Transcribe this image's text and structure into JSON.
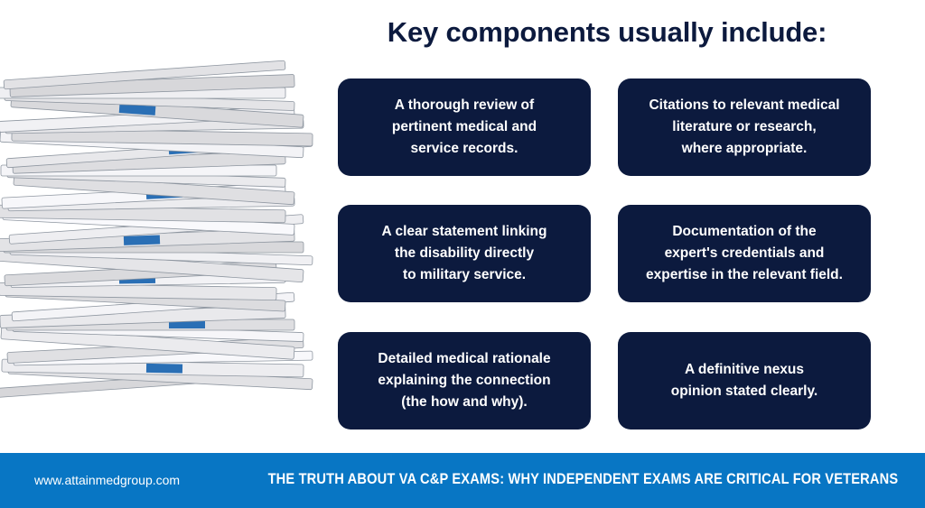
{
  "heading": "Key components usually include:",
  "cards": [
    {
      "text": "A thorough review of\npertinent medical and\nservice records."
    },
    {
      "text": "Citations to relevant medical\nliterature or research,\nwhere appropriate."
    },
    {
      "text": "A clear statement linking\nthe disability directly\nto military service."
    },
    {
      "text": "Documentation of the\nexpert's credentials and\nexpertise in the relevant field."
    },
    {
      "text": "Detailed medical rationale\nexplaining the connection\n(the how and why)."
    },
    {
      "text": "A definitive nexus\nopinion stated clearly."
    }
  ],
  "footer": {
    "website": "www.attainmedgroup.com",
    "banner": "THE TRUTH ABOUT VA C&P EXAMS: WHY INDEPENDENT EXAMS ARE CRITICAL FOR VETERANS"
  },
  "colors": {
    "card_bg": "#0c1a3e",
    "footer_bg": "#0876c4",
    "heading": "#0c1a3e"
  },
  "image": {
    "icon": "paper-stack-icon"
  }
}
